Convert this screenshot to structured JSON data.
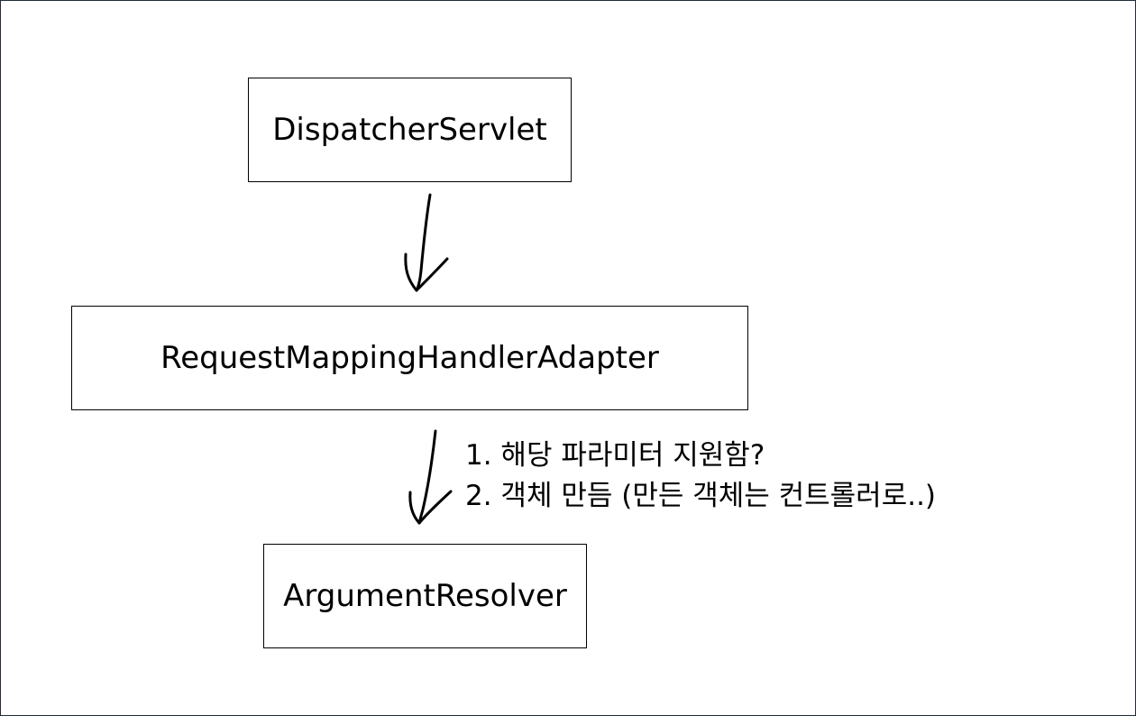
{
  "diagram": {
    "nodes": [
      {
        "id": "dispatcher",
        "label": "DispatcherServlet"
      },
      {
        "id": "adapter",
        "label": "RequestMappingHandlerAdapter"
      },
      {
        "id": "resolver",
        "label": "ArgumentResolver"
      }
    ],
    "edges": [
      {
        "from": "dispatcher",
        "to": "adapter"
      },
      {
        "from": "adapter",
        "to": "resolver"
      }
    ],
    "annotation": {
      "line1": "1. 해당 파라미터 지원함?",
      "line2": "2. 객체 만듬 (만든 객체는 컨트롤러로..)"
    }
  }
}
